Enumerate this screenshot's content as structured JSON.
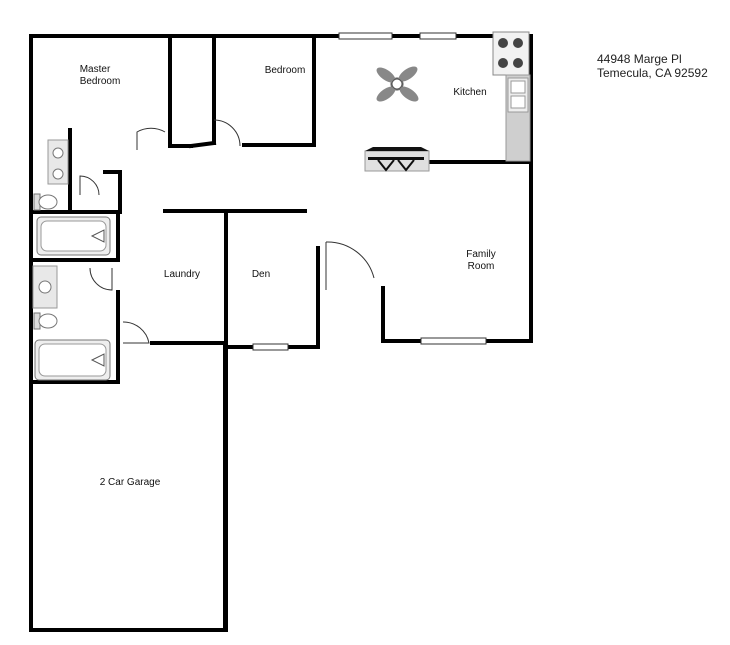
{
  "address": {
    "line1": "44948 Marge Pl",
    "line2": "Temecula, CA 92592"
  },
  "rooms": {
    "master_bedroom": [
      "Master",
      "Bedroom"
    ],
    "bedroom": "Bedroom",
    "kitchen": "Kitchen",
    "laundry": "Laundry",
    "den": "Den",
    "family_room": [
      "Family",
      "Room"
    ],
    "garage": "2 Car Garage"
  }
}
